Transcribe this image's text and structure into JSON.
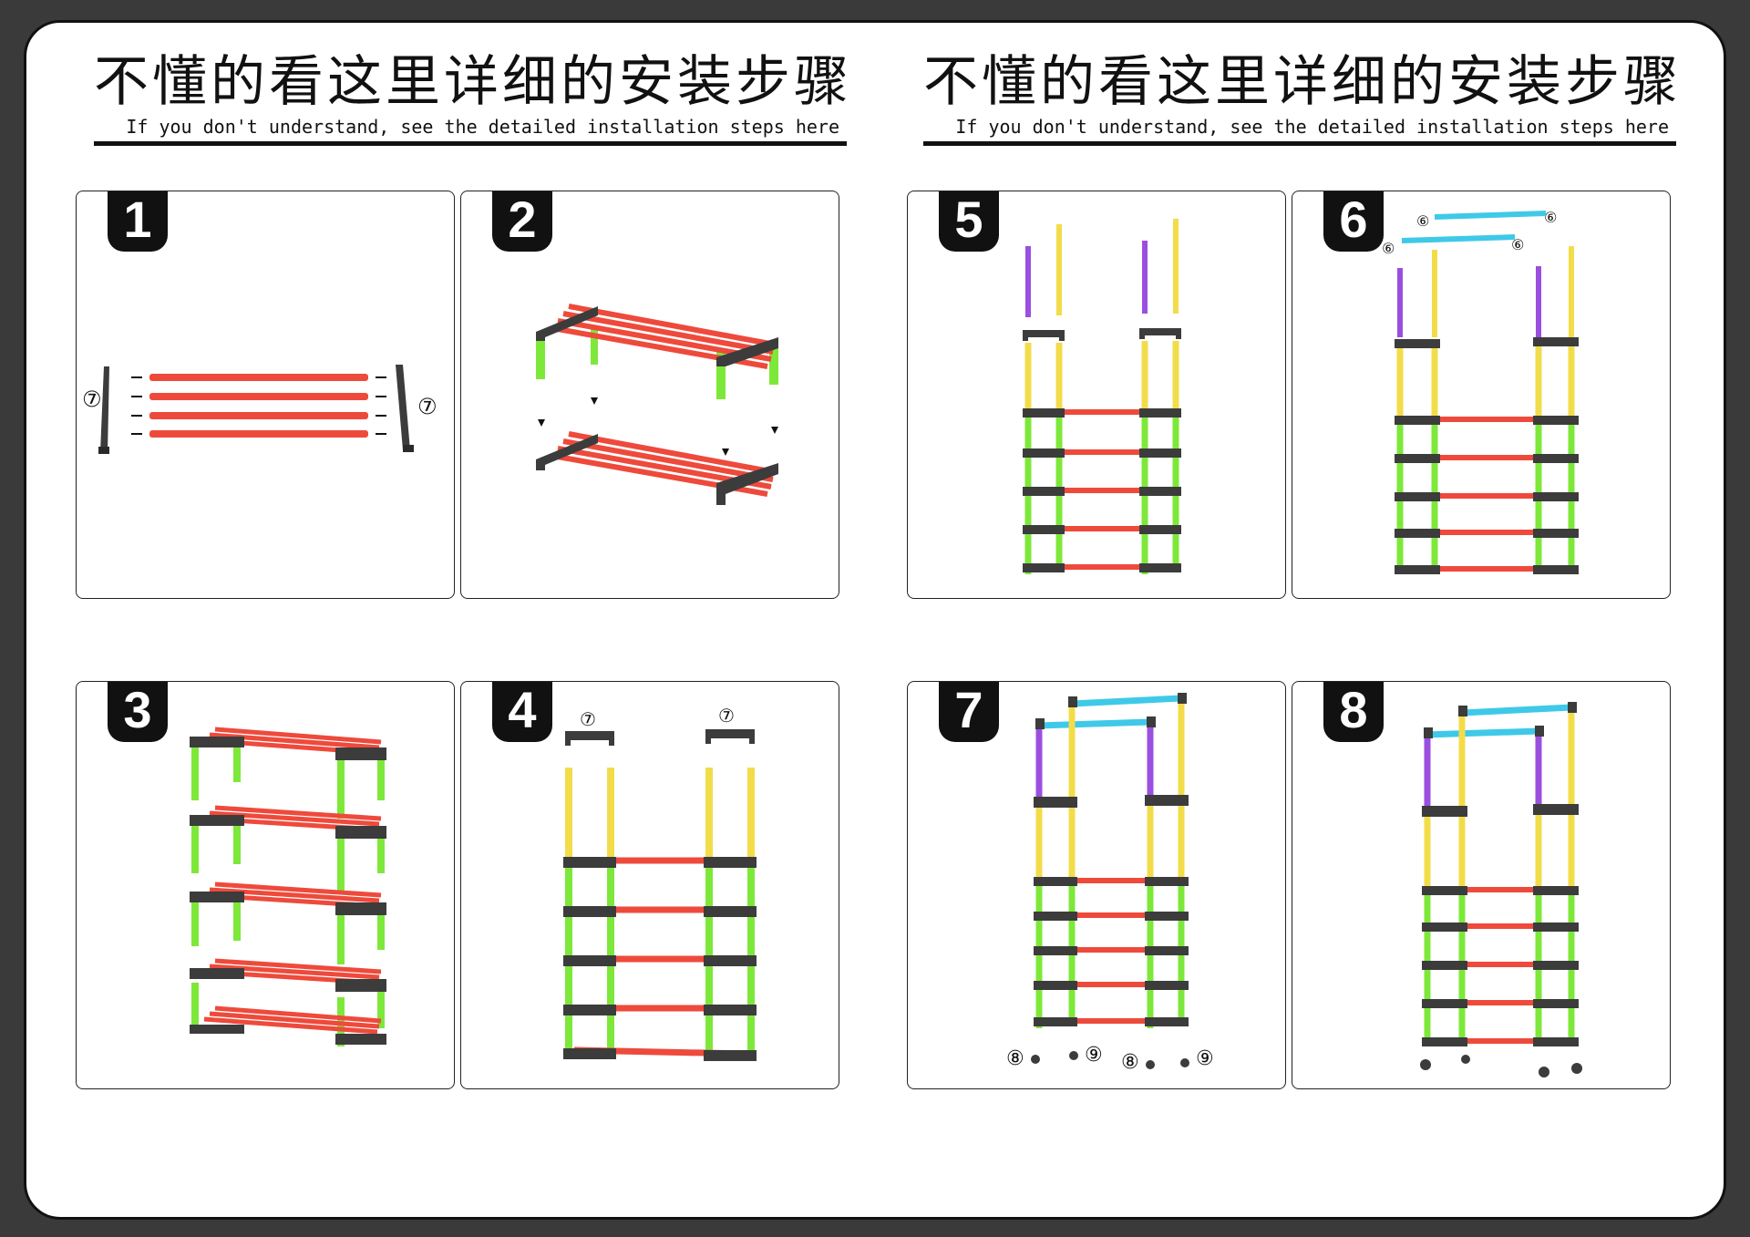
{
  "headers": [
    {
      "title_cn": "不懂的看这里详细的安装步骤",
      "subtitle_en": "If you don't understand, see the detailed installation steps here"
    },
    {
      "title_cn": "不懂的看这里详细的安装步骤",
      "subtitle_en": "If you don't understand, see the detailed installation steps here"
    }
  ],
  "steps": [
    {
      "number": "1",
      "callouts": [
        "⑦",
        "⑦"
      ]
    },
    {
      "number": "2"
    },
    {
      "number": "3"
    },
    {
      "number": "4",
      "callouts": [
        "⑦",
        "⑦"
      ]
    },
    {
      "number": "5"
    },
    {
      "number": "6",
      "callouts": [
        "⑥",
        "⑥",
        "⑥",
        "⑥"
      ]
    },
    {
      "number": "7",
      "callouts": [
        "⑧",
        "⑨",
        "⑧",
        "⑨"
      ]
    },
    {
      "number": "8"
    }
  ],
  "colors": {
    "shelf_tube": "#ee4a3c",
    "connector": "#3c3c3c",
    "green_pole": "#7ee83a",
    "yellow_pole": "#f3dc4a",
    "purple_pole": "#9b4fe0",
    "cyan_bar": "#3fc9e8",
    "arrow": "#111111"
  }
}
